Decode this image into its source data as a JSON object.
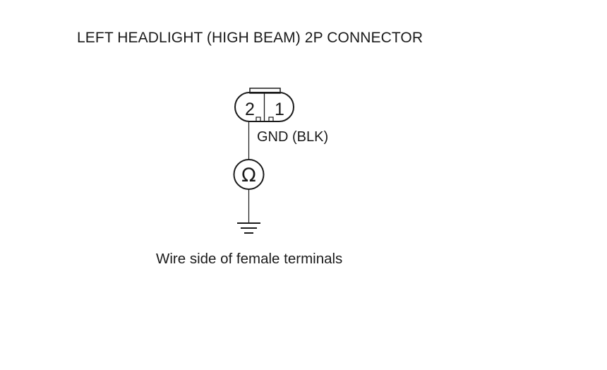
{
  "diagram": {
    "title": "LEFT HEADLIGHT (HIGH BEAM) 2P CONNECTOR",
    "connector": {
      "pins": [
        {
          "number": "2"
        },
        {
          "number": "1"
        }
      ]
    },
    "wire_label": "GND (BLK)",
    "meter": {
      "symbol": "Ω",
      "icon": "ohmmeter-icon"
    },
    "ground_icon": "ground-icon",
    "caption": "Wire side of female terminals"
  }
}
